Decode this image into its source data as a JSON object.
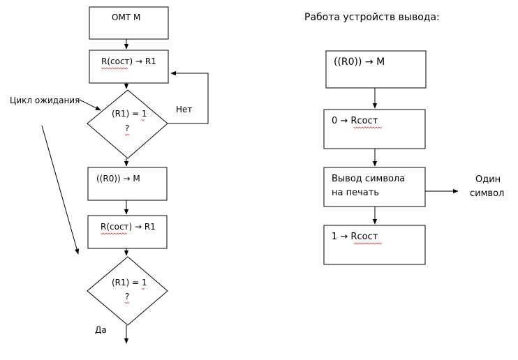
{
  "left_flow": {
    "box1": "ОМТ М",
    "box2": "R(сост) → R1",
    "decision1_line1": "(R1) = 1",
    "decision1_line2": "?",
    "no_label": "Нет",
    "wait_label": "Цикл ожидания",
    "box3": "((R0)) → M",
    "box4": "R(сост) → R1",
    "decision2_line1": "(R1) = 1",
    "decision2_line2": "?",
    "yes_label": "Да"
  },
  "right_flow": {
    "title": "Работа устройств вывода:",
    "box1": "((R0)) → M",
    "box2": "0 → Rсост",
    "box3_line1": "Вывод символа",
    "box3_line2": "на печать",
    "box4": "1 → Rсост",
    "out_line1": "Один",
    "out_line2": "символ"
  },
  "colors": {
    "stroke": "#000000",
    "spellcheck_underline": "#c0504d"
  }
}
